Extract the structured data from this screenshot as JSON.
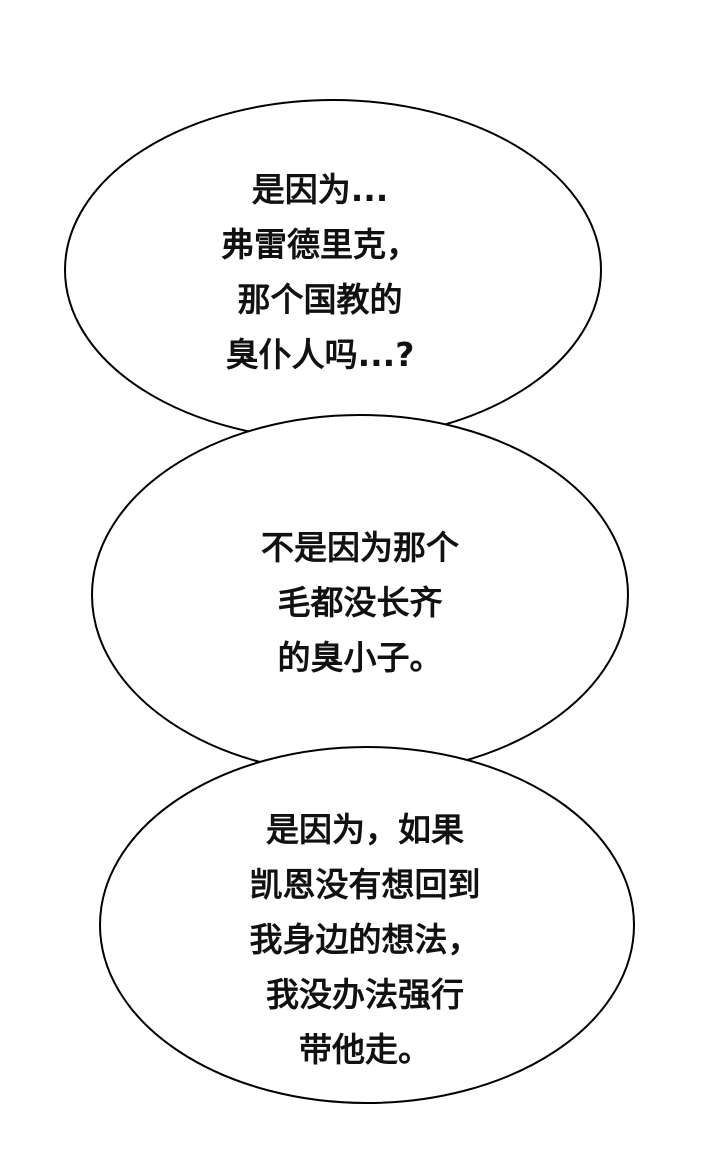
{
  "bubbles": [
    {
      "lines": [
        "是因为...",
        "弗雷德里克，",
        "那个国教的",
        "臭仆人吗...?"
      ]
    },
    {
      "lines": [
        "不是因为那个",
        "毛都没长齐",
        "的臭小子。"
      ]
    },
    {
      "lines": [
        "是因为，如果",
        "凯恩没有想回到",
        "我身边的想法，",
        "我没办法强行",
        "带他走。"
      ]
    }
  ]
}
